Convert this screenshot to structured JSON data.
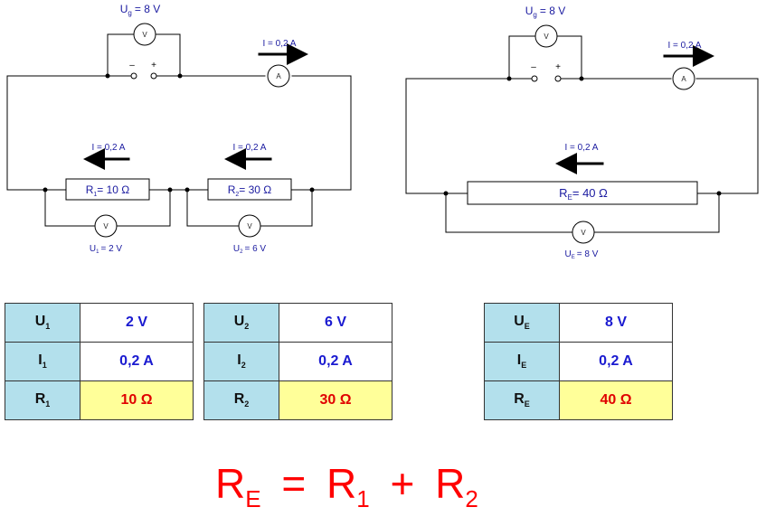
{
  "left_circuit": {
    "source_voltage_label": "U",
    "source_voltage_sub": "g",
    "source_voltage_value": "= 8 V",
    "minus_sign": "–",
    "plus_sign": "+",
    "meter_v": "V",
    "meter_a": "A",
    "total_current": "I = 0,2 A",
    "r1_current": "I = 0,2 A",
    "r2_current": "I = 0,2 A",
    "r1_label": "R",
    "r1_sub": "1",
    "r1_value": "= 10 Ω",
    "r2_label": "R",
    "r2_sub": "2",
    "r2_value": "= 30 Ω",
    "u1_label": "U",
    "u1_sub": "1",
    "u1_value": "= 2 V",
    "u2_label": "U",
    "u2_sub": "2",
    "u2_value": "= 6 V"
  },
  "right_circuit": {
    "source_voltage_label": "U",
    "source_voltage_sub": "g",
    "source_voltage_value": "= 8 V",
    "minus_sign": "–",
    "plus_sign": "+",
    "meter_v": "V",
    "meter_a": "A",
    "total_current": "I = 0,2 A",
    "re_current": "I = 0,2 A",
    "re_label": "R",
    "re_sub": "E",
    "re_value": "= 40 Ω",
    "ue_label": "U",
    "ue_sub": "E",
    "ue_value": "= 8 V"
  },
  "table_1": {
    "rows": [
      {
        "sym": "U",
        "sub": "1",
        "value": "2 V"
      },
      {
        "sym": "I",
        "sub": "1",
        "value": "0,2 A"
      },
      {
        "sym": "R",
        "sub": "1",
        "value": "10 Ω"
      }
    ]
  },
  "table_2": {
    "rows": [
      {
        "sym": "U",
        "sub": "2",
        "value": "6 V"
      },
      {
        "sym": "I",
        "sub": "2",
        "value": "0,2 A"
      },
      {
        "sym": "R",
        "sub": "2",
        "value": "30 Ω"
      }
    ]
  },
  "table_e": {
    "rows": [
      {
        "sym": "U",
        "sub": "E",
        "value": "8 V"
      },
      {
        "sym": "I",
        "sub": "E",
        "value": "0,2 A"
      },
      {
        "sym": "R",
        "sub": "E",
        "value": "40 Ω"
      }
    ]
  },
  "formula": {
    "lhs": "R",
    "lhs_sub": "E",
    "equals": "=",
    "term1": "R",
    "term1_sub": "1",
    "plus": "+",
    "term2": "R",
    "term2_sub": "2"
  },
  "colors": {
    "label_blue": "#1a1aa0",
    "value_blue": "#1a1ad0",
    "resistance_red": "#e00000",
    "formula_red": "#ff0000",
    "symbol_cell_bg": "#b3e0ec",
    "resistance_cell_bg": "#ffff99"
  }
}
